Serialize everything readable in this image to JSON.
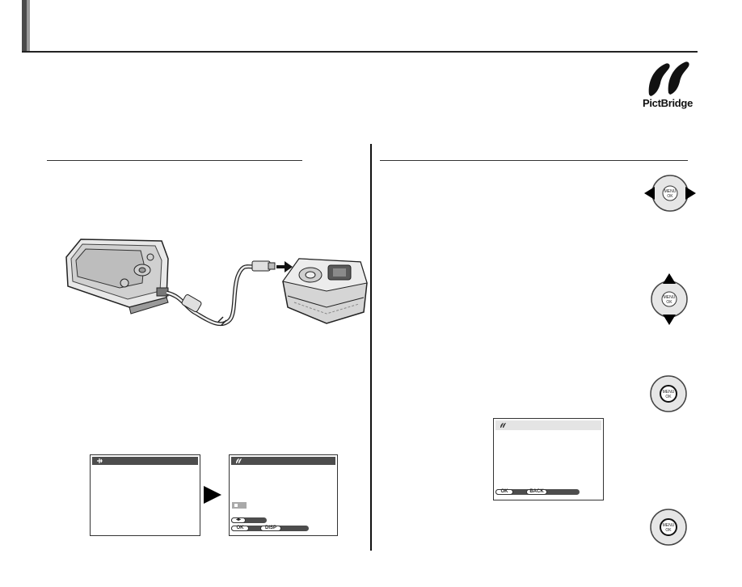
{
  "logo": {
    "text": "PictBridge"
  },
  "screens": {
    "usb_icon": "usb-icon",
    "pictbridge_icon": "pictbridge-icon",
    "ok_label": "OK",
    "back_label": "BACK",
    "disp_label": "DISP"
  },
  "colors": {
    "text": "#222222",
    "lcd_bar": "#4d4d4d",
    "header_tab": "#4a4a4a"
  }
}
